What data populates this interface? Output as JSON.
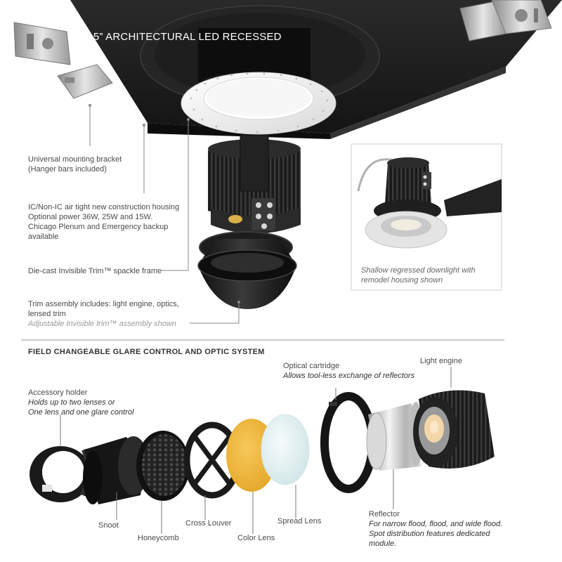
{
  "title": "4.5” ARCHITECTURAL LED RECESSED",
  "labels": {
    "bracket": [
      "Universal mounting bracket",
      "(Hanger bars included)"
    ],
    "housing": [
      "IC/Non-IC air tight new construction housing",
      "Optional power 36W, 25W and 15W.",
      "Chicago Plenum and Emergency backup",
      "available"
    ],
    "spackle": "Die-cast  Invisible Trim™ spackle frame",
    "trim": [
      "Trim assembly includes: light engine, optics,",
      "lensed trim"
    ],
    "trim_note": "Adjustable Invisible trim™ assembly shown",
    "inset_caption": [
      "Shallow regressed downlight with",
      "remodel housing shown"
    ]
  },
  "section_heading": "FIELD CHANGEABLE GLARE CONTROL AND OPTIC SYSTEM",
  "parts": {
    "optical_cartridge": {
      "name": "Optical cartridge",
      "note": "Allows tool-less exchange of reflectors"
    },
    "light_engine": {
      "name": "Light engine"
    },
    "accessory_holder": {
      "name": "Accessory holder",
      "note": [
        "Holds up to two lenses or",
        "One lens and one glare control"
      ]
    },
    "snoot": "Snoot",
    "honeycomb": "Honeycomb",
    "cross_louver": "Cross Louver",
    "color_lens": "Color Lens",
    "spread_lens": "Spread Lens",
    "reflector": {
      "name": "Reflector",
      "note": [
        "For narrow flood, flood, and wide flood.",
        "Spot distribution features dedicated",
        "module."
      ]
    }
  },
  "colors": {
    "plate": "#1c1c1c",
    "trim_ring": "#f2f2f2",
    "metal": "#c9c9c9",
    "color_lens": "#f0b63a",
    "spread_lens": "#e4f1f2",
    "leader": "#8a8a8a",
    "light": "#f3d6a8"
  }
}
